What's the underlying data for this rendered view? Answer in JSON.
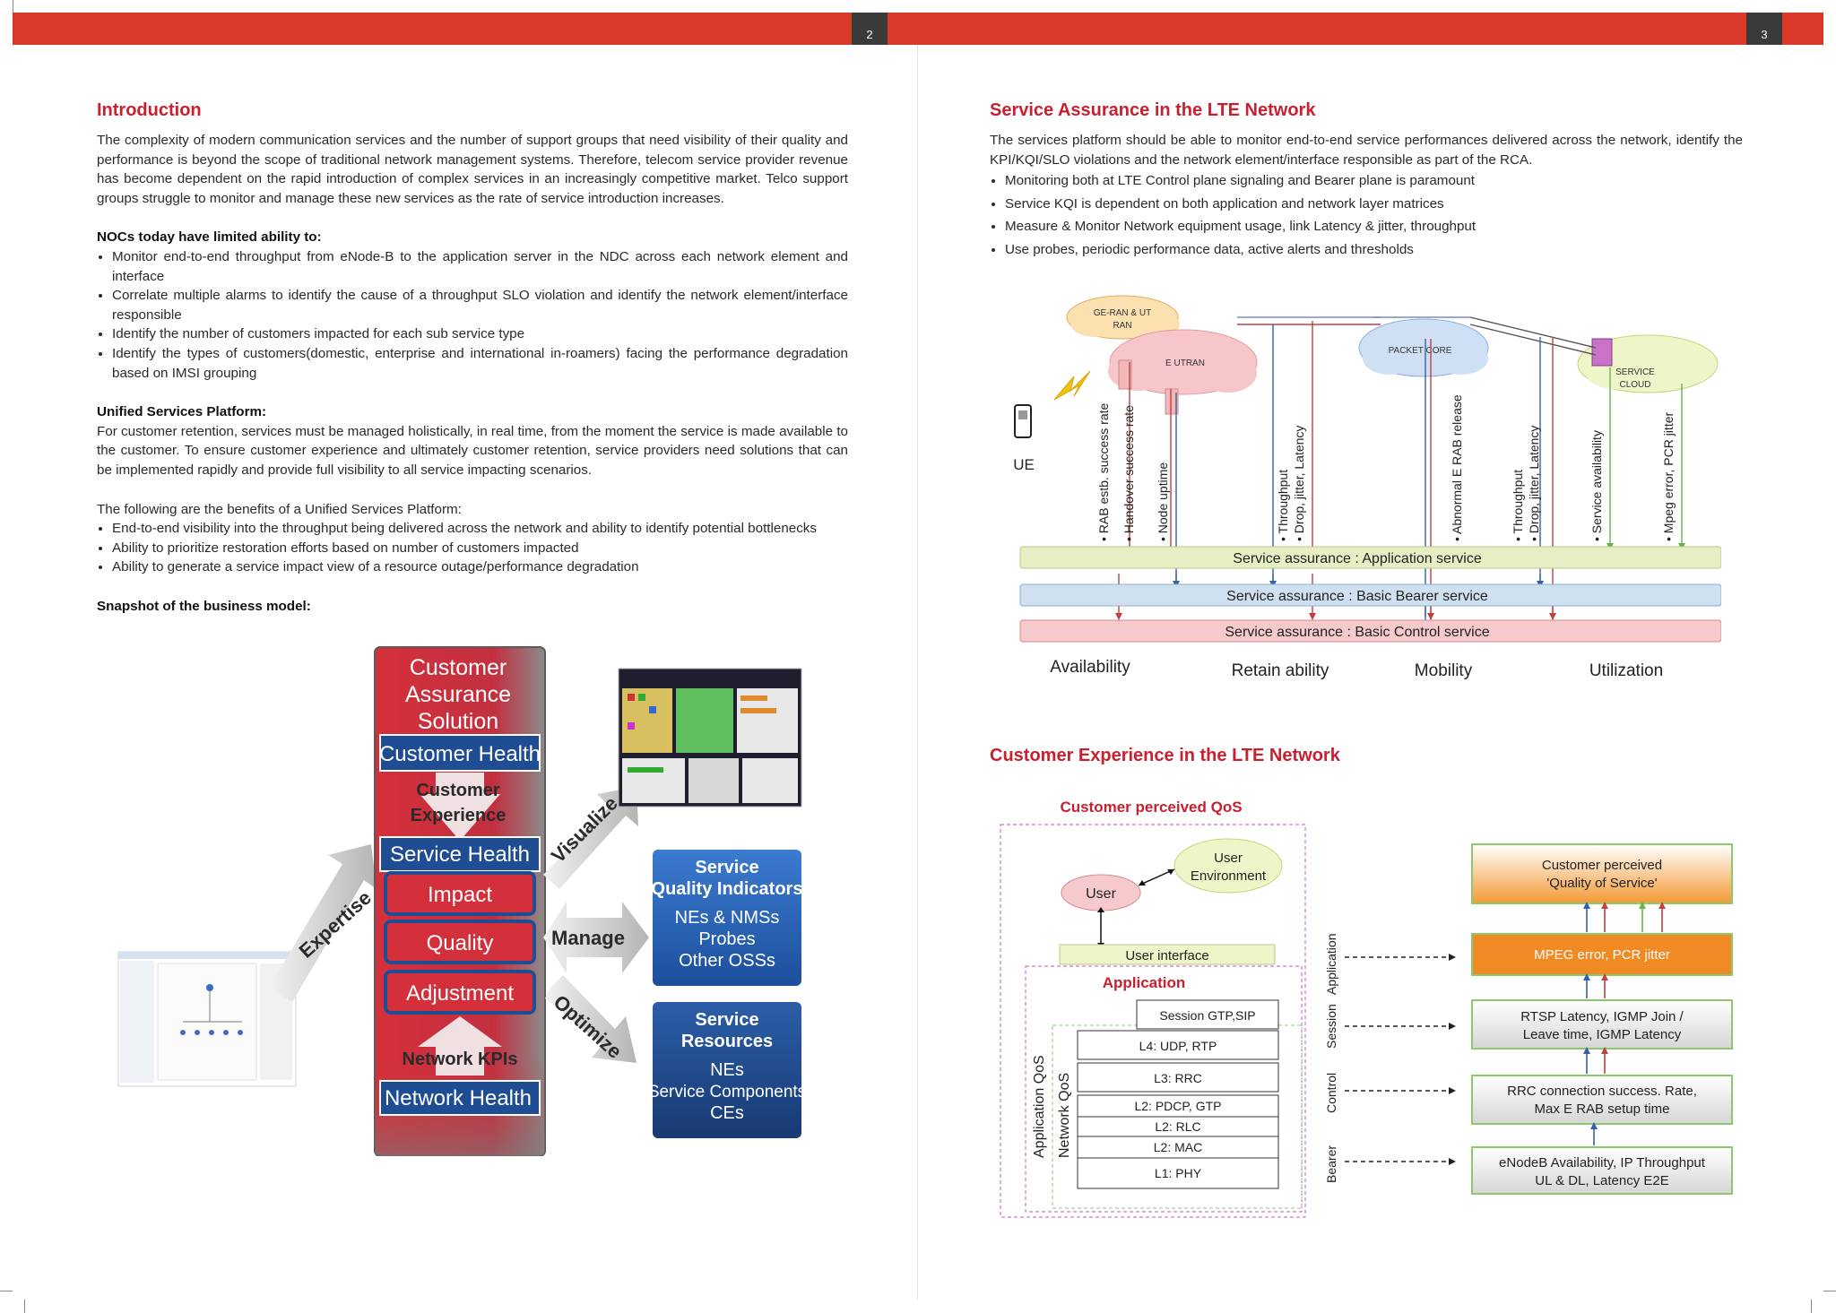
{
  "page_left": {
    "page_number": "2",
    "introduction": {
      "heading": "Introduction",
      "paragraph": "The complexity of modern communication services and the number of support groups that need visibility of their quality and performance is beyond the scope of traditional network management systems. Therefore, telecom service provider revenue has become dependent on the rapid introduction of complex services in an increasingly competitive market. Telco support groups struggle to monitor and manage these new services as the rate of service introduction increases."
    },
    "nocs": {
      "heading": "NOCs today have limited ability to:",
      "items": [
        "Monitor end-to-end throughput from eNode-B to the application server in the NDC across each network element and interface",
        "Correlate multiple alarms to identify the cause of a throughput SLO violation and identify the network element/interface responsible",
        "Identify the number of customers impacted for each sub service type",
        "Identify the types of customers(domestic, enterprise and international in-roamers) facing the performance degradation based on IMSI grouping"
      ]
    },
    "usp": {
      "heading": "Unified Services Platform:",
      "paragraph": "For customer retention, services must be managed holistically, in real time, from the moment the service is made available to the customer. To ensure customer experience and ultimately customer retention, service providers need solutions that can be implemented rapidly and provide full visibility to all service impacting scenarios."
    },
    "benefits": {
      "intro": "The following are the benefits of a Unified Services Platform:",
      "items": [
        "End-to-end visibility into the throughput being delivered across the network and ability to identify potential bottlenecks",
        "Ability to prioritize restoration efforts based on number of customers impacted",
        "Ability to generate a service impact view of a resource outage/performance degradation"
      ]
    },
    "snapshot_heading": "Snapshot of the business model:",
    "business_model": {
      "column_title": [
        "Customer",
        "Assurance",
        "Solution"
      ],
      "customer_health": "Customer Health",
      "customer_experience": [
        "Customer",
        "Experience"
      ],
      "service_health": "Service Health",
      "impact": "Impact",
      "quality": "Quality",
      "adjustment": "Adjustment",
      "network_kpis": "Network KPIs",
      "network_health": "Network Health",
      "arrow_expertise": "Expertise",
      "arrow_visualize": "Visualize",
      "arrow_manage": "Manage",
      "arrow_optimize": "Optimize",
      "sqi_box": {
        "title": [
          "Service",
          "Quality Indicators"
        ],
        "lines": [
          "NEs & NMSs",
          "Probes",
          "Other OSSs"
        ]
      },
      "resources_box": {
        "title": [
          "Service",
          "Resources"
        ],
        "lines": [
          "NEs",
          "Service Components",
          "CEs"
        ]
      }
    }
  },
  "page_right": {
    "page_number": "3",
    "sa_section": {
      "heading": "Service Assurance in the LTE Network",
      "paragraph": "The services platform should be able to monitor end-to-end service performances delivered across the network, identify the KPI/KQI/SLO violations and the network element/interface responsible as part of the RCA.",
      "items": [
        "Monitoring both at LTE Control plane signaling and Bearer plane is paramount",
        "Service KQI is dependent on both application and network layer matrices",
        "Measure & Monitor Network equipment usage, link Latency & jitter, throughput",
        "Use probes, periodic performance data, active alerts and thresholds"
      ]
    },
    "lte_diagram": {
      "clouds": [
        "GE-RAN & UT",
        "RAN",
        "E UTRAN",
        "PACKET CORE",
        "SERVICE",
        "CLOUD"
      ],
      "ue_label": "UE",
      "metric_labels": [
        "• RAB estb. success rate",
        "• Handover success rate",
        "• Node uptime",
        "• Throughput",
        "• Drop, jitter, Latency",
        "• Abnormal E RAB release",
        "• Throughput",
        "• Drop, jitter, Latency",
        "• Service availability",
        "• Mpeg error, PCR jitter"
      ],
      "bars": [
        {
          "label": "Service assurance : Application service",
          "color": "#e6efc4"
        },
        {
          "label": "Service assurance : Basic Bearer service",
          "color": "#cfe1f0"
        },
        {
          "label": "Service assurance : Basic Control service",
          "color": "#f6c9cc"
        }
      ],
      "bottom_labels": [
        "Availability",
        "Retain ability",
        "Mobility",
        "Utilization"
      ]
    },
    "cx_section": {
      "heading": "Customer Experience  in the LTE Network"
    },
    "cx_diagram": {
      "qos_title": "Customer perceived  QoS",
      "user": "User",
      "user_env": [
        "User",
        "Environment"
      ],
      "user_interface": "User interface",
      "application": "Application",
      "layers": [
        "Session GTP,SIP",
        "L4: UDP, RTP",
        "L3: RRC",
        "L2: PDCP, GTP",
        "L2: RLC",
        "L2: MAC",
        "L1: PHY"
      ],
      "side_labels": [
        "Application QoS",
        "Network QoS"
      ],
      "plane_labels": [
        "Application",
        "Session",
        "Control",
        "Bearer"
      ],
      "right_boxes": [
        {
          "lines": [
            "Customer perceived",
            "'Quality of Service'"
          ]
        },
        {
          "lines": [
            "MPEG error, PCR jitter"
          ]
        },
        {
          "lines": [
            "RTSP Latency, IGMP Join /",
            "Leave time, IGMP Latency"
          ]
        },
        {
          "lines": [
            "RRC connection success. Rate,",
            "Max E RAB setup time"
          ]
        },
        {
          "lines": [
            "eNodeB Availability, IP Throughput",
            "UL & DL, Latency E2E"
          ]
        }
      ]
    }
  }
}
